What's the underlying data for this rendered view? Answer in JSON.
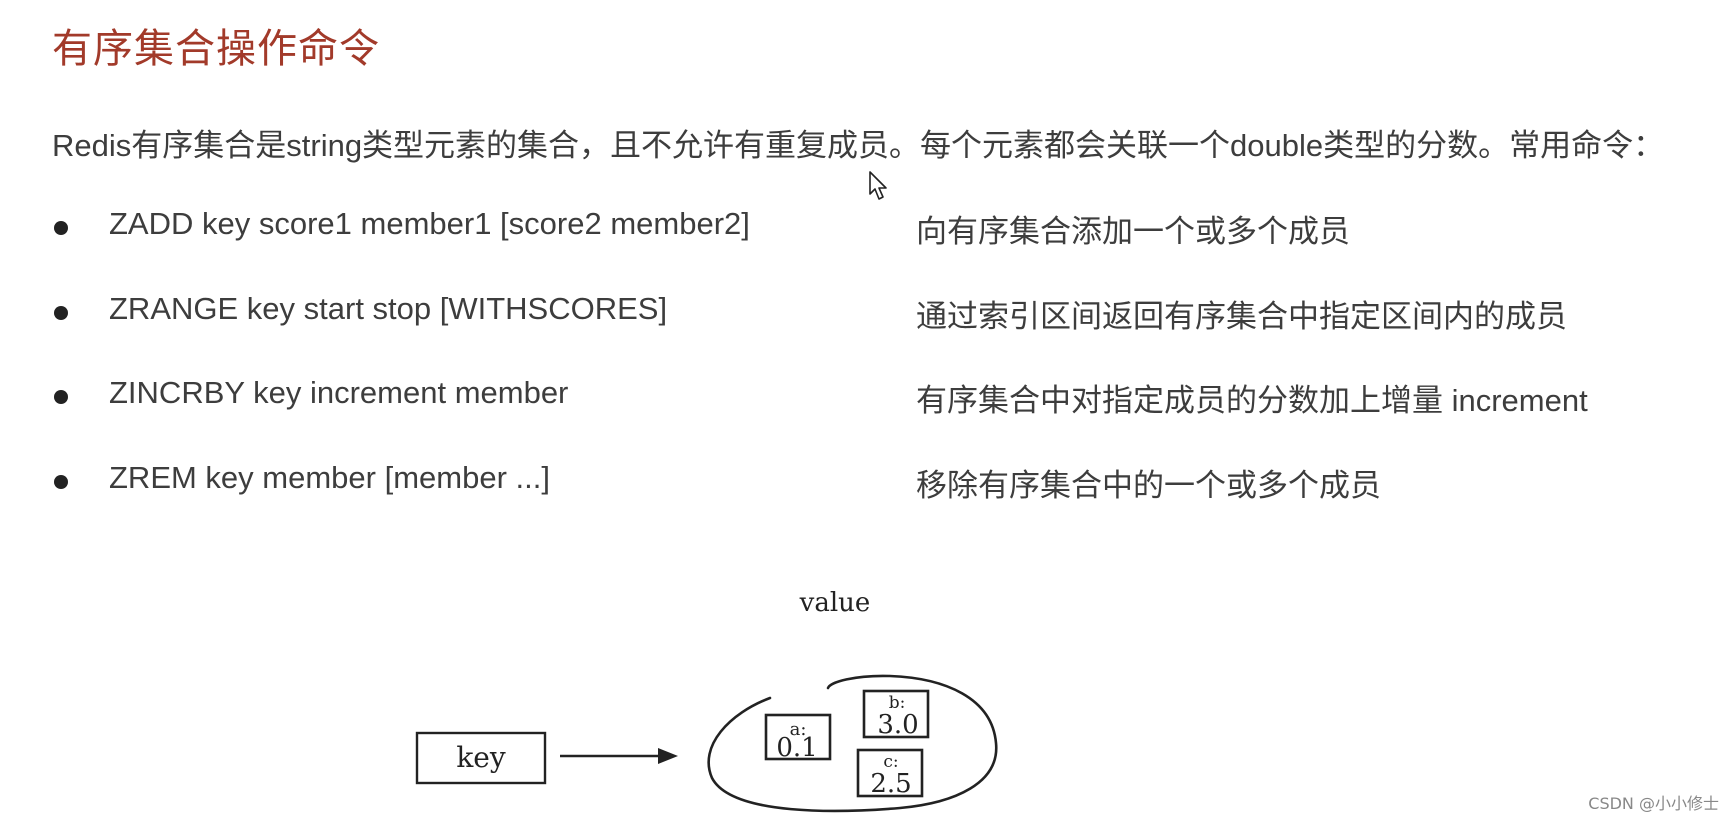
{
  "title": "有序集合操作命令",
  "intro": "Redis有序集合是string类型元素的集合，且不允许有重复成员。每个元素都会关联一个double类型的分数。常用命令：",
  "commands": [
    {
      "cmd": "ZADD key score1 member1 [score2 member2]",
      "desc": "向有序集合添加一个或多个成员"
    },
    {
      "cmd": "ZRANGE key start stop [WITHSCORES]",
      "desc": "通过索引区间返回有序集合中指定区间内的成员"
    },
    {
      "cmd": "ZINCRBY key increment member",
      "desc": "有序集合中对指定成员的分数加上增量 increment"
    },
    {
      "cmd": "ZREM key member [member ...]",
      "desc": "移除有序集合中的一个或多个成员"
    }
  ],
  "diagram": {
    "value_label": "value",
    "key_label": "key",
    "members": [
      {
        "name": "a:",
        "score": "0.1"
      },
      {
        "name": "b:",
        "score": "3.0"
      },
      {
        "name": "c:",
        "score": "2.5"
      }
    ]
  },
  "watermark": "CSDN @小小修士"
}
